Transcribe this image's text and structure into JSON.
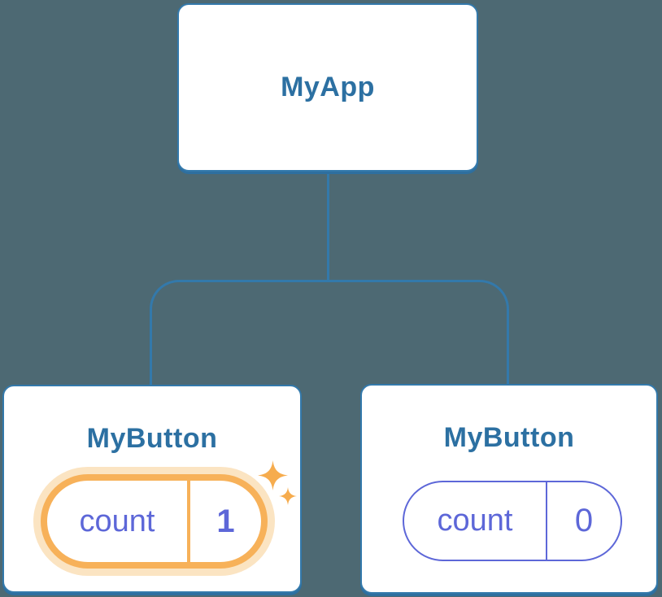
{
  "background_color": "#4D6973",
  "palette": {
    "node_border": "#3379AB",
    "node_fill": "#FFFFFF",
    "node_shadow": "#2E6F9F",
    "title_text": "#2C70A2",
    "connector": "#3379AB",
    "state_purple": "#5D67D8",
    "highlight_orange": "#F7B159",
    "highlight_glow": "#FBE4C2",
    "sparkle_orange": "#F6AC4E"
  },
  "diagram": {
    "type": "component-tree",
    "root": {
      "label": "MyApp"
    },
    "children": [
      {
        "label": "MyButton",
        "state": {
          "name": "count",
          "value": "1"
        },
        "highlighted": true
      },
      {
        "label": "MyButton",
        "state": {
          "name": "count",
          "value": "0"
        },
        "highlighted": false
      }
    ]
  }
}
